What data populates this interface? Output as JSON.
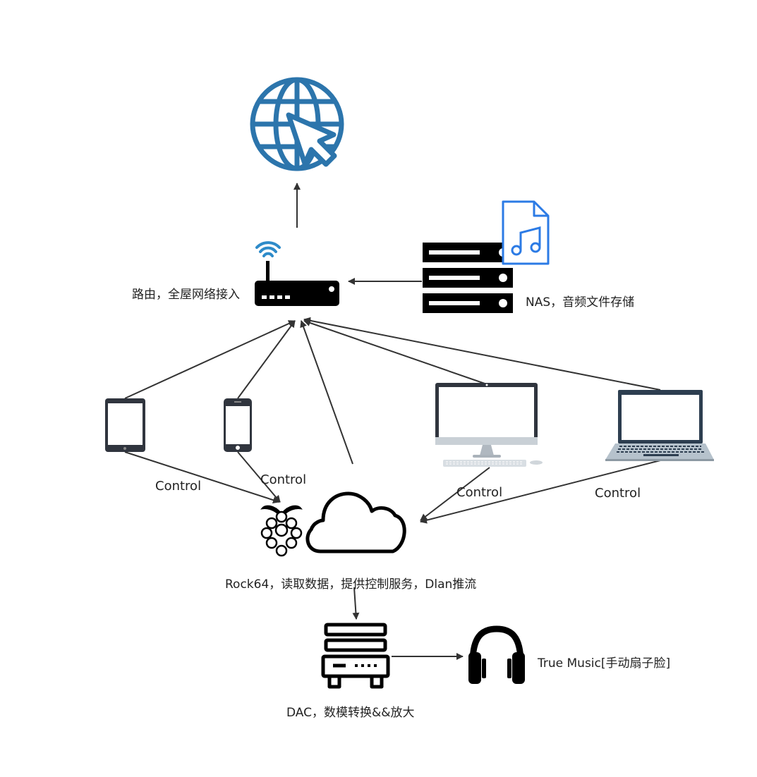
{
  "colors": {
    "globe": "#2c75ac",
    "wifi": "#2e8bc9",
    "music_file": "#2c7be5",
    "device_dark": "#30353e",
    "laptop_frame": "#2d3e50",
    "laptop_base": "#b6c2cc",
    "ink": "#000000",
    "arrow": "#333333",
    "text": "#222222"
  },
  "nodes": {
    "internet": {
      "icon": "globe-cursor-icon"
    },
    "router": {
      "icon": "wifi-router-icon",
      "label": "路由，全屋网络接入"
    },
    "nas": {
      "icon": "server-rack-icon",
      "badge_icon": "music-file-icon",
      "label": "NAS，音频文件存储"
    },
    "tablet": {
      "icon": "tablet-icon"
    },
    "phone": {
      "icon": "phone-icon"
    },
    "desktop": {
      "icon": "desktop-monitor-icon"
    },
    "laptop": {
      "icon": "laptop-icon"
    },
    "rock64": {
      "icons": [
        "raspberry-pi-icon",
        "cloud-icon"
      ],
      "label": "Rock64，读取数据，提供控制服务，Dlan推流"
    },
    "dac": {
      "icon": "dac-amplifier-icon",
      "label": "DAC，数模转换&&放大"
    },
    "headphones": {
      "icon": "headphones-icon",
      "label": "True Music[手动扇子脸]"
    }
  },
  "edges": {
    "tablet_control": "Control",
    "phone_control": "Control",
    "desktop_control": "Control",
    "laptop_control": "Control"
  }
}
